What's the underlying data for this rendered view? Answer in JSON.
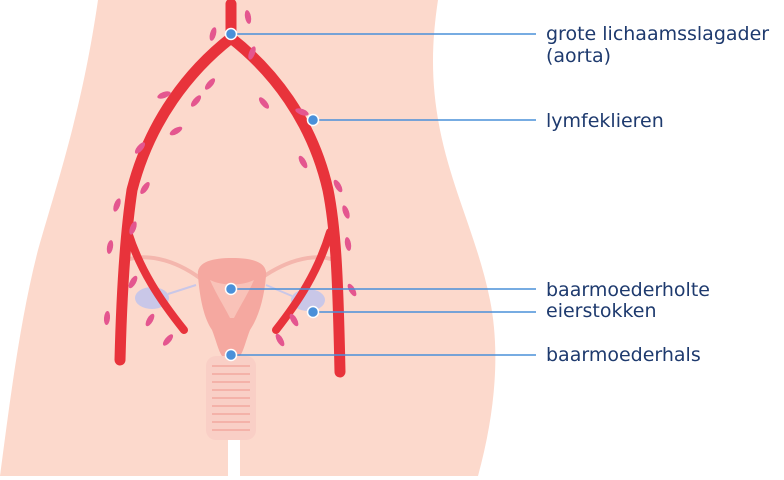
{
  "labels": {
    "aorta_line1": "grote lichaamsslagader",
    "aorta_line2": "(aorta)",
    "lymph": "lymfeklieren",
    "uterus_cavity": "baarmoederholte",
    "ovaries": "eierstokken",
    "cervix": "baarmoederhals"
  },
  "colors": {
    "skin": "#fcd9cc",
    "artery": "#e8333b",
    "node": "#e4568f",
    "ovary": "#c9c7e8",
    "uterus": "#f5a8a0",
    "label_text": "#1e3a6e",
    "line": "#4a90d9",
    "dot": "#4a90d9"
  }
}
